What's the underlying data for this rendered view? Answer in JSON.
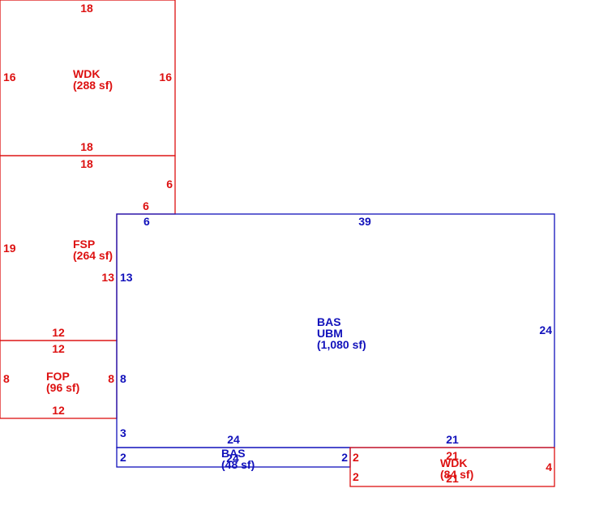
{
  "colors": {
    "red": "#dd1111",
    "blue": "#1111bb"
  },
  "wdk_top": {
    "name": "WDK",
    "area": "(288 sf)",
    "dims": {
      "top": "18",
      "bottom": "18",
      "left": "16",
      "right": "16"
    }
  },
  "fsp": {
    "name": "FSP",
    "area": "(264 sf)",
    "dims": {
      "top": "18",
      "left": "19",
      "right_upper": "6",
      "step": "6",
      "right_lower": "13",
      "bottom": "12"
    }
  },
  "fop": {
    "name": "FOP",
    "area": "(96 sf)",
    "dims": {
      "top": "12",
      "bottom": "12",
      "left": "8",
      "right": "8"
    }
  },
  "bas_main": {
    "name": "BAS",
    "sub": "UBM",
    "area": "(1,080 sf)",
    "dims": {
      "top": "39",
      "right": "24",
      "left_top": "6",
      "left_mid": "13",
      "left_low": "8",
      "left_bottom": "3",
      "bottom_left": "24",
      "bottom_right": "21"
    }
  },
  "bas_small": {
    "name": "BAS",
    "area": "(48 sf)",
    "dims": {
      "left": "2",
      "right": "2",
      "bottom": "24"
    }
  },
  "wdk_bottom": {
    "name": "WDK",
    "area": "(84 sf)",
    "dims": {
      "top": "21",
      "bottom": "21",
      "left": "2",
      "right": "4"
    }
  }
}
